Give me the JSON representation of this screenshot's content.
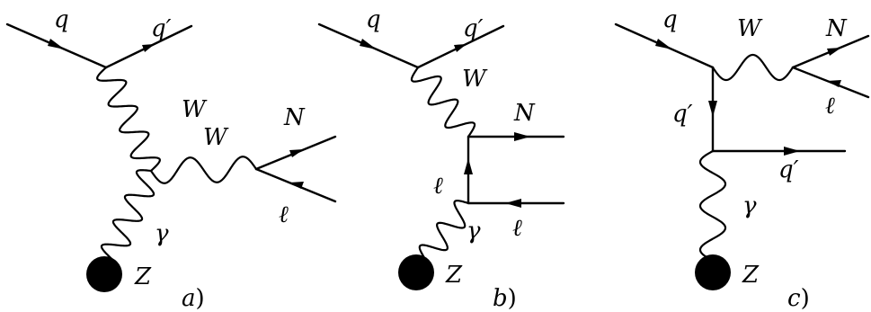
{
  "diagrams": [
    {
      "caption_letter": "a",
      "caption_paren": ")",
      "labels": {
        "q": "q",
        "qp": "q′",
        "w1": "W",
        "w2": "W",
        "n": "N",
        "l": "ℓ",
        "gamma": "γ",
        "z": "Z"
      }
    },
    {
      "caption_letter": "b",
      "caption_paren": ")",
      "labels": {
        "q": "q",
        "qp": "q′",
        "w1": "W",
        "n": "N",
        "l_left": "ℓ",
        "l_right": "ℓ",
        "gamma": "γ",
        "z": "Z"
      }
    },
    {
      "caption_letter": "c",
      "caption_paren": ")",
      "labels": {
        "q": "q",
        "w1": "W",
        "n": "N",
        "l": "ℓ",
        "qp_left": "q′",
        "qp_bottom": "q′",
        "gamma": "γ",
        "z": "Z"
      }
    }
  ]
}
